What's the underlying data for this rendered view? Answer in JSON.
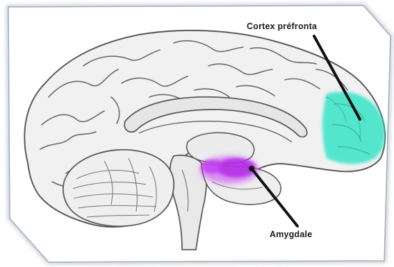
{
  "diagram": {
    "subject": "brain-sagittal-section",
    "labels": {
      "prefrontal_cortex": "Cortex préfronta",
      "amygdala": "Amygdale"
    },
    "colors": {
      "prefrontal_highlight": "#33e3c6",
      "amygdala_highlight": "#c23ef0",
      "brain_fill": "#f1f1f1",
      "brain_outline": "#5a5a5a",
      "frame_border": "#9aa3b8"
    }
  }
}
